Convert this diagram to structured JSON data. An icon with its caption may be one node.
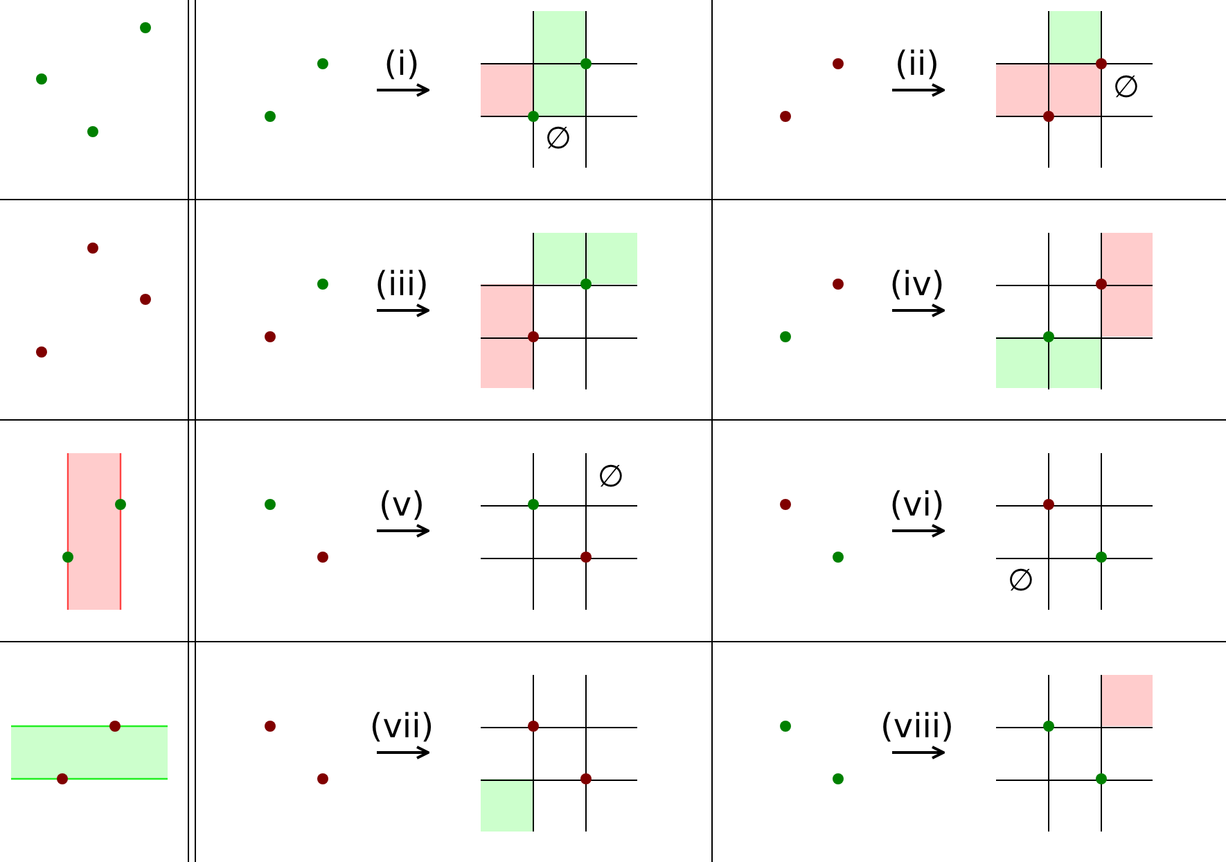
{
  "diagram": {
    "labels": [
      "(i)",
      "∅",
      "(ii)",
      "∅",
      "(iii)",
      "(iv)",
      "(v)",
      "∅",
      "(vi)",
      "∅",
      "(vii)",
      "(viii)"
    ]
  }
}
